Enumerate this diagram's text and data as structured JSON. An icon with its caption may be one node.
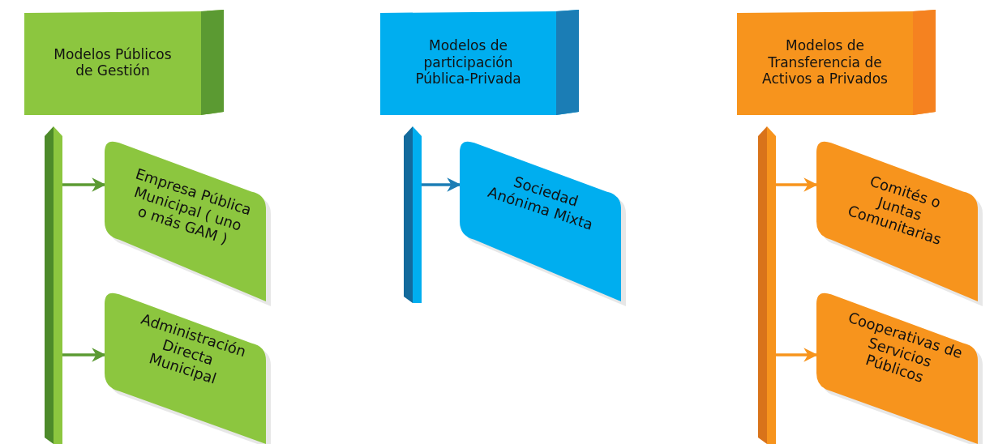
{
  "diagram": {
    "nodes": [
      {
        "text": [
          "Modelos Públicos de Gestión"
        ]
      },
      {
        "text": [],
        "shape": "bar"
      },
      {
        "text": [
          "Empresa Pública Municipal ( uno o más GAM )"
        ]
      },
      {
        "text": [
          "Administración Directa Municipal"
        ]
      },
      {
        "text": [
          "Modelos de participación Pública-Privada"
        ]
      },
      {
        "text": [],
        "shape": "bar"
      },
      {
        "text": [
          "Sociedad Anónima Mixta"
        ]
      },
      {
        "text": [
          "Modelos de Transferencia de Activos a Privados"
        ]
      },
      {
        "text": [],
        "shape": "bar"
      },
      {
        "text": [
          "Comités o Juntas Comunitarias"
        ]
      },
      {
        "text": [
          "Cooperativas de Servicios Públicos"
        ]
      }
    ],
    "edges": [
      {
        "from": 1,
        "to": 2,
        "arrow": "to",
        "color": "#5b9a32"
      },
      {
        "from": 1,
        "to": 3,
        "arrow": "to",
        "color": "#5b9a32"
      },
      {
        "from": 5,
        "to": 6,
        "arrow": "to",
        "color": "#1b7db5"
      },
      {
        "from": 8,
        "to": 9,
        "arrow": "to",
        "color": "#f7941d"
      },
      {
        "from": 8,
        "to": 10,
        "arrow": "to",
        "color": "#f7941d"
      }
    ]
  }
}
